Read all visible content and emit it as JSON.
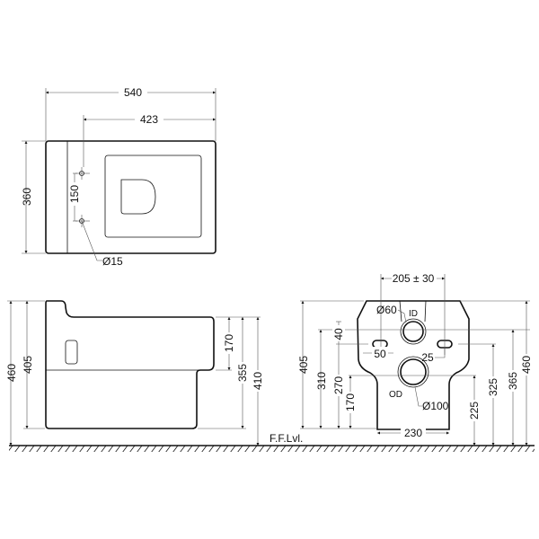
{
  "top_view": {
    "width": "540",
    "fixing_distance": "423",
    "depth": "360",
    "hole_spacing": "150",
    "hole_diameter": "Ø15"
  },
  "side_view": {
    "total_height": "460",
    "body_height": "405",
    "inlet_height": "170",
    "outlet_height": "355",
    "rim_height": "410"
  },
  "front_view": {
    "stud_spacing": "205 ± 30",
    "frame_height": "405",
    "h310": "310",
    "h270": "270",
    "h170": "170",
    "h40": "40",
    "slot_width": "50",
    "slot_offset": "25",
    "inlet_diameter": "Ø60",
    "inlet_label": "ID",
    "outlet_diameter": "Ø100",
    "outlet_label": "OD",
    "base_width": "230",
    "h225": "225",
    "h325": "325",
    "h365": "365",
    "h460": "460"
  },
  "floor_label": "F.F.Lvl."
}
